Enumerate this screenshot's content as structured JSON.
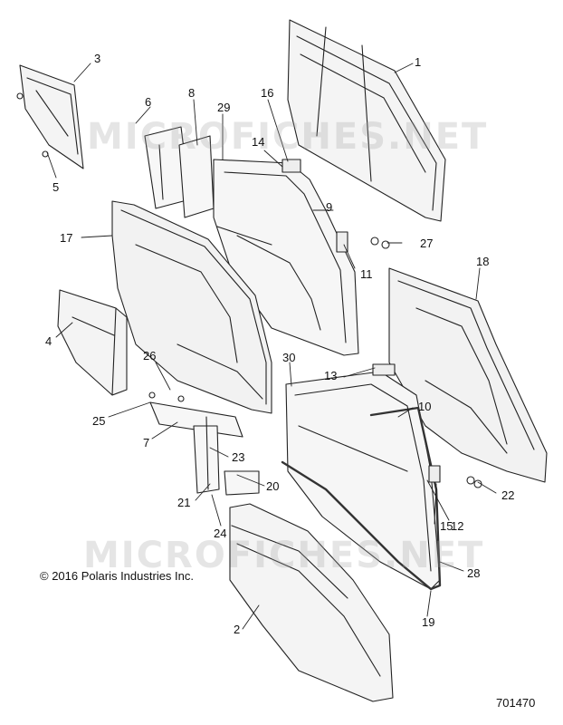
{
  "watermark": "MICROFICHES.NET",
  "copyright": "© 2016 Polaris Industries Inc.",
  "figure_number": "701470",
  "callouts": {
    "c1": "1",
    "c2": "2",
    "c3": "3",
    "c4": "4",
    "c5": "5",
    "c6": "6",
    "c7": "7",
    "c8": "8",
    "c9": "9",
    "c10": "10",
    "c11": "11",
    "c12": "12",
    "c13": "13",
    "c14": "14",
    "c15": "15",
    "c16": "16",
    "c17": "17",
    "c18": "18",
    "c19": "19",
    "c20": "20",
    "c21": "21",
    "c22": "22",
    "c23": "23",
    "c24": "24",
    "c25": "25",
    "c26": "26",
    "c27": "27",
    "c28": "28",
    "c29": "29",
    "c30": "30"
  }
}
